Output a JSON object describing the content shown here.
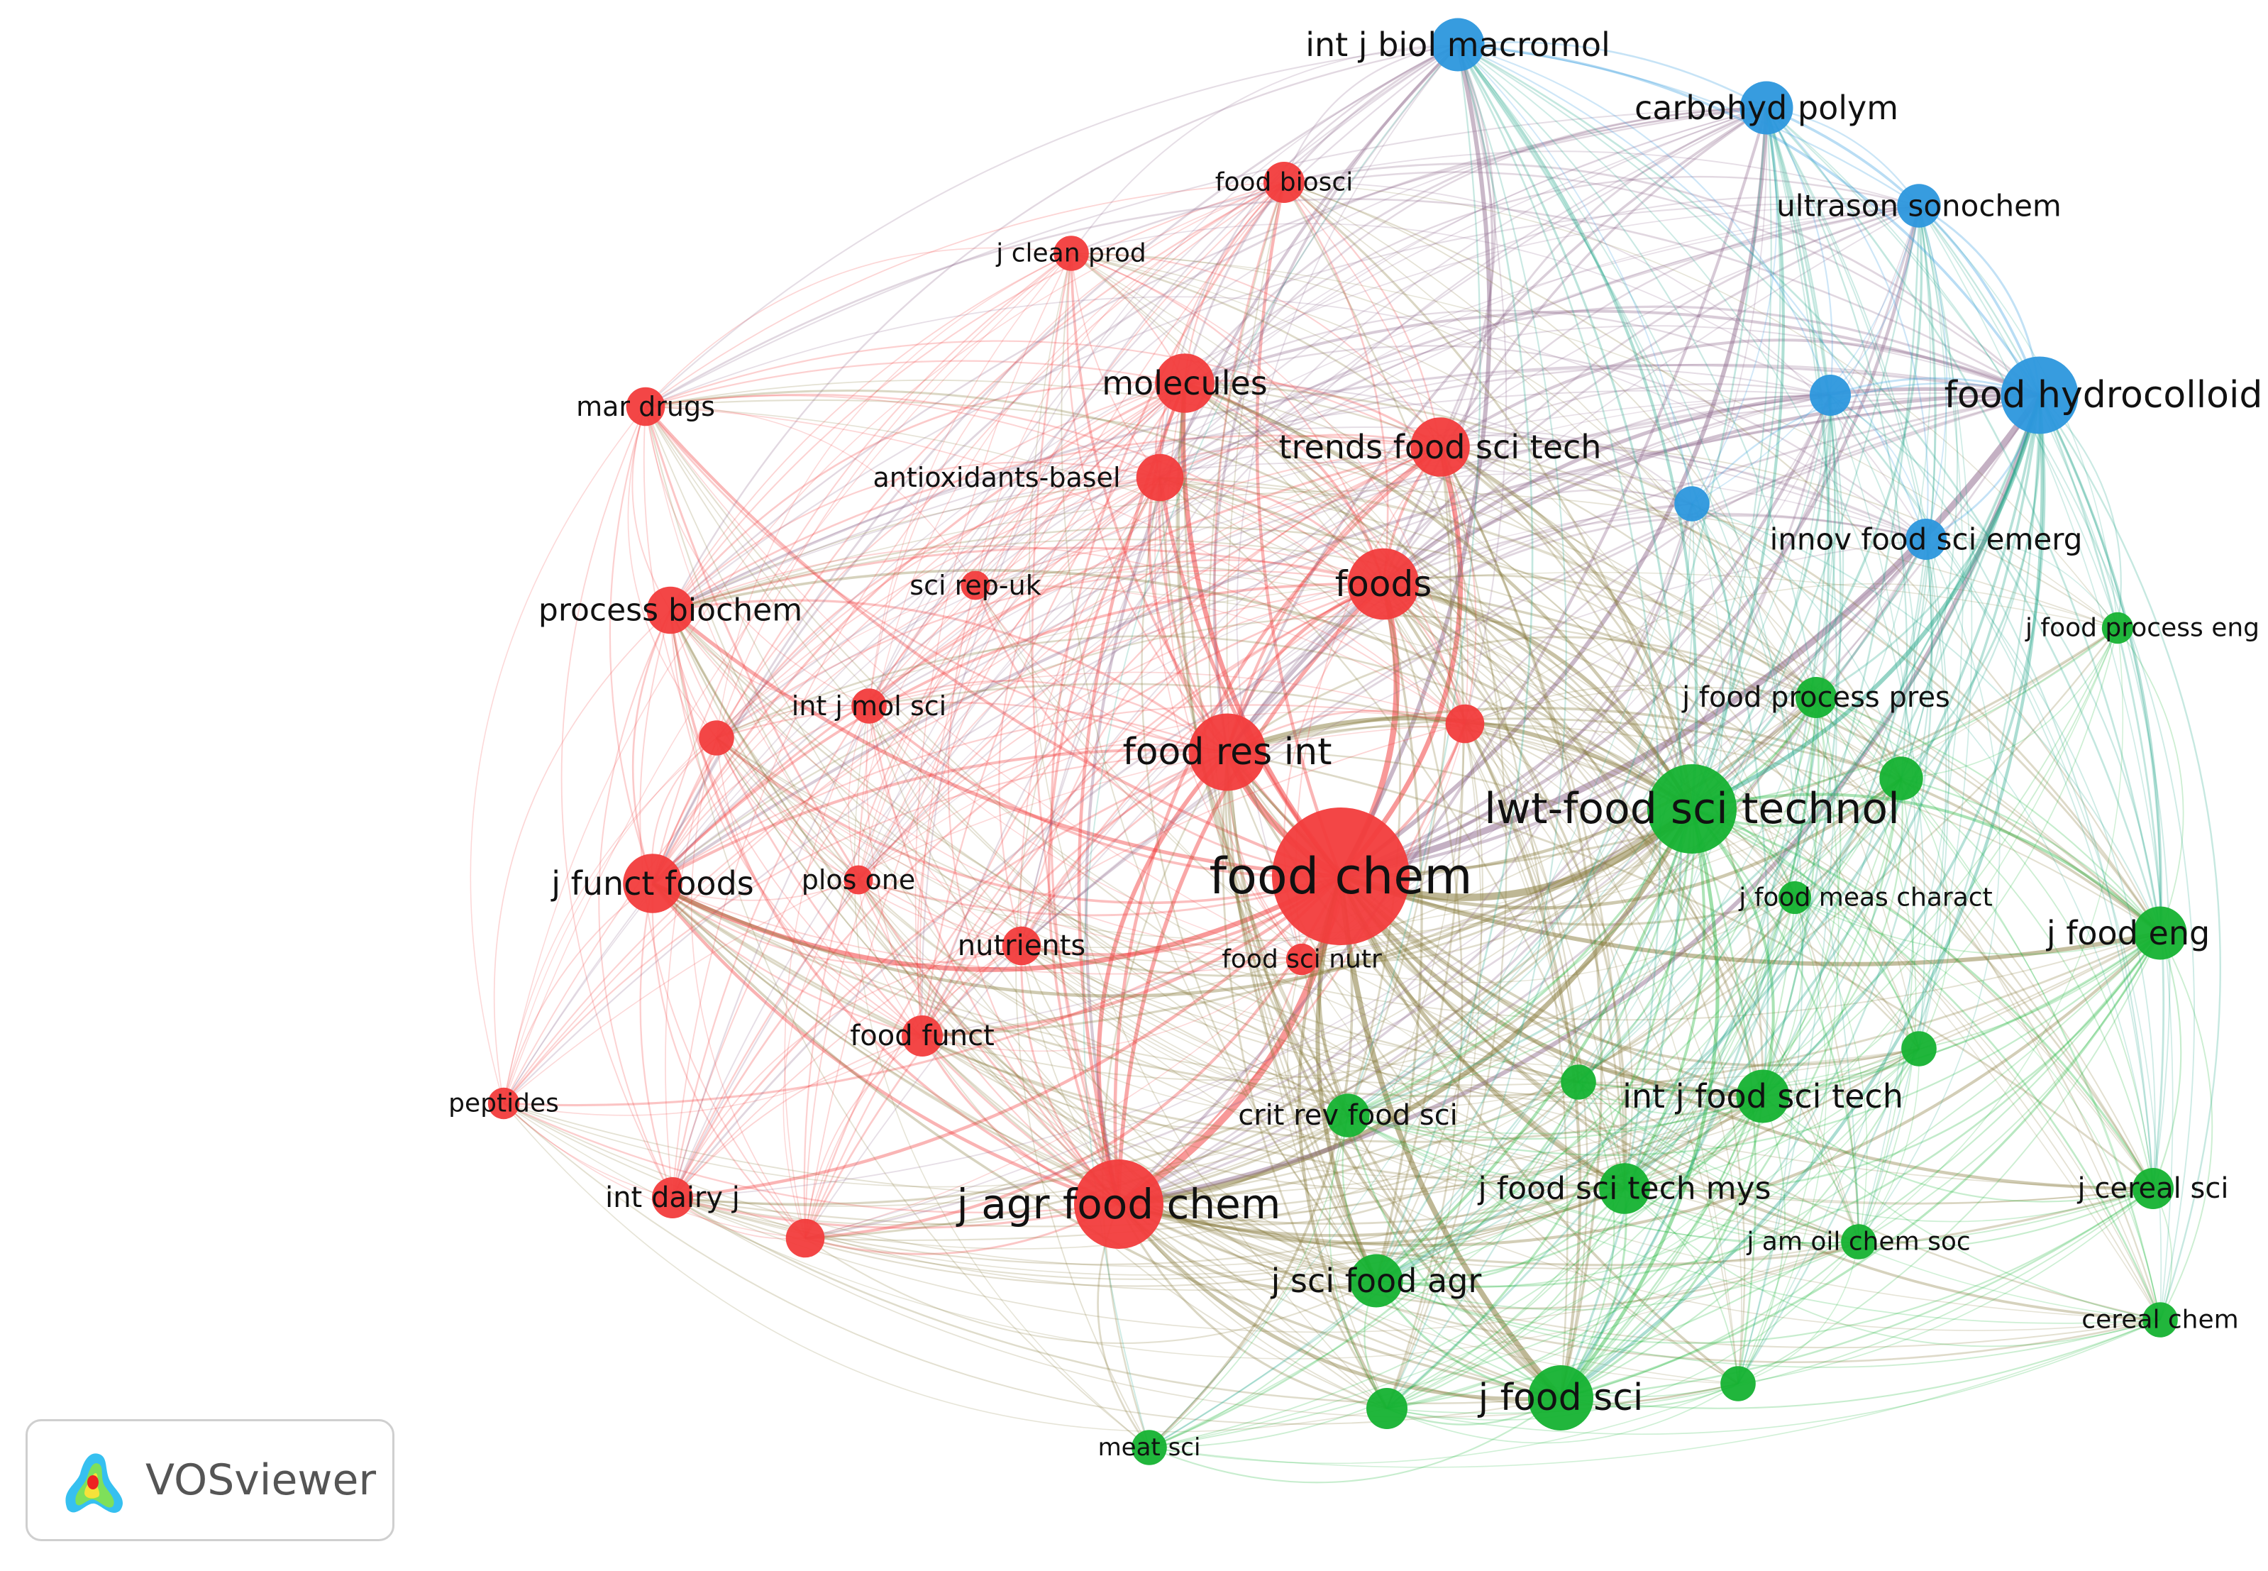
{
  "app": {
    "name": "VOSviewer"
  },
  "legend": {
    "logo_icon": "vosviewer-logo-icon"
  },
  "colors": {
    "cluster_red": "#f23c3c",
    "cluster_green": "#15b232",
    "cluster_blue": "#2c97dd",
    "background": "#ffffff"
  },
  "clusters": [
    {
      "id": "red",
      "color": "#f23c3c"
    },
    {
      "id": "green",
      "color": "#15b232"
    },
    {
      "id": "blue",
      "color": "#2c97dd"
    }
  ],
  "nodes": [
    {
      "id": "food-chem",
      "label": "food chem",
      "cluster": "red",
      "weight": 10
    },
    {
      "id": "j-agr-food-chem",
      "label": "j agr food chem",
      "cluster": "red",
      "weight": 6
    },
    {
      "id": "food-res-int",
      "label": "food res int",
      "cluster": "red",
      "weight": 5
    },
    {
      "id": "foods",
      "label": "foods",
      "cluster": "red",
      "weight": 4.5
    },
    {
      "id": "trends-food-sci-tech",
      "label": "trends food sci tech",
      "cluster": "red",
      "weight": 3.5
    },
    {
      "id": "molecules",
      "label": "molecules",
      "cluster": "red",
      "weight": 3.5
    },
    {
      "id": "j-funct-foods",
      "label": "j funct foods",
      "cluster": "red",
      "weight": 3.5
    },
    {
      "id": "antioxidants-basel",
      "label": "antioxidants-basel",
      "cluster": "red",
      "weight": 2.5
    },
    {
      "id": "process-biochem",
      "label": "process biochem",
      "cluster": "red",
      "weight": 2.5
    },
    {
      "id": "food-biosci",
      "label": "food biosci",
      "cluster": "red",
      "weight": 2
    },
    {
      "id": "j-clean-prod",
      "label": "j clean prod",
      "cluster": "red",
      "weight": 1.5
    },
    {
      "id": "mar-drugs",
      "label": "mar drugs",
      "cluster": "red",
      "weight": 1.8
    },
    {
      "id": "sci-rep-uk",
      "label": "sci rep-uk",
      "cluster": "red",
      "weight": 1
    },
    {
      "id": "int-j-mol-sci",
      "label": "int j mol sci",
      "cluster": "red",
      "weight": 1.5
    },
    {
      "id": "plos-one",
      "label": "plos one",
      "cluster": "red",
      "weight": 1
    },
    {
      "id": "nutrients",
      "label": "nutrients",
      "cluster": "red",
      "weight": 1.8
    },
    {
      "id": "food-funct",
      "label": "food funct",
      "cluster": "red",
      "weight": 2
    },
    {
      "id": "food-sci-nutr",
      "label": "food sci nutr",
      "cluster": "red",
      "weight": 1.2
    },
    {
      "id": "peptides",
      "label": "peptides",
      "cluster": "red",
      "weight": 1.2
    },
    {
      "id": "int-dairy-j",
      "label": "int dairy j",
      "cluster": "red",
      "weight": 2
    },
    {
      "id": "unlabeled-red-1",
      "label": "",
      "cluster": "red",
      "weight": 1.5
    },
    {
      "id": "unlabeled-red-2",
      "label": "",
      "cluster": "red",
      "weight": 1.8
    },
    {
      "id": "unlabeled-red-3",
      "label": "",
      "cluster": "red",
      "weight": 1.8
    },
    {
      "id": "lwt-food-sci-technol",
      "label": "lwt-food sci technol",
      "cluster": "green",
      "weight": 6
    },
    {
      "id": "j-food-sci",
      "label": "j food sci",
      "cluster": "green",
      "weight": 4
    },
    {
      "id": "j-sci-food-agr",
      "label": "j sci food agr",
      "cluster": "green",
      "weight": 3
    },
    {
      "id": "int-j-food-sci-tech",
      "label": "int j food sci tech",
      "cluster": "green",
      "weight": 3
    },
    {
      "id": "j-food-sci-tech-mys",
      "label": "j food sci tech mys",
      "cluster": "green",
      "weight": 2.8
    },
    {
      "id": "j-food-eng",
      "label": "j food eng",
      "cluster": "green",
      "weight": 3
    },
    {
      "id": "j-cereal-sci",
      "label": "j cereal sci",
      "cluster": "green",
      "weight": 2
    },
    {
      "id": "cereal-chem",
      "label": "cereal chem",
      "cluster": "green",
      "weight": 1.5
    },
    {
      "id": "j-am-oil-chem-soc",
      "label": "j am oil chem soc",
      "cluster": "green",
      "weight": 1.5
    },
    {
      "id": "crit-rev-food-sci",
      "label": "crit rev food sci",
      "cluster": "green",
      "weight": 2.2
    },
    {
      "id": "meat-sci",
      "label": "meat sci",
      "cluster": "green",
      "weight": 1.5
    },
    {
      "id": "j-food-process-pres",
      "label": "j food process pres",
      "cluster": "green",
      "weight": 2
    },
    {
      "id": "j-food-meas-charact",
      "label": "j food meas charact",
      "cluster": "green",
      "weight": 1.3
    },
    {
      "id": "j-food-process-eng",
      "label": "j food process eng",
      "cluster": "green",
      "weight": 1.2
    },
    {
      "id": "unlabeled-green-1",
      "label": "",
      "cluster": "green",
      "weight": 2.2
    },
    {
      "id": "unlabeled-green-2",
      "label": "",
      "cluster": "green",
      "weight": 1.5
    },
    {
      "id": "unlabeled-green-3",
      "label": "",
      "cluster": "green",
      "weight": 1.5
    },
    {
      "id": "unlabeled-green-4",
      "label": "",
      "cluster": "green",
      "weight": 2
    },
    {
      "id": "unlabeled-green-5",
      "label": "",
      "cluster": "green",
      "weight": 1.5
    },
    {
      "id": "food-hydrocolloid",
      "label": "food hydrocolloid",
      "cluster": "blue",
      "weight": 5
    },
    {
      "id": "int-j-biol-macromol",
      "label": "int j biol macromol",
      "cluster": "blue",
      "weight": 3
    },
    {
      "id": "carbohyd-polym",
      "label": "carbohyd polym",
      "cluster": "blue",
      "weight": 3
    },
    {
      "id": "ultrason-sonochem",
      "label": "ultrason sonochem",
      "cluster": "blue",
      "weight": 2.2
    },
    {
      "id": "innov-food-sci-emerg",
      "label": "innov food sci emerg",
      "cluster": "blue",
      "weight": 2
    },
    {
      "id": "unlabeled-blue-1",
      "label": "",
      "cluster": "blue",
      "weight": 2
    },
    {
      "id": "unlabeled-blue-2",
      "label": "",
      "cluster": "blue",
      "weight": 1.5
    }
  ]
}
